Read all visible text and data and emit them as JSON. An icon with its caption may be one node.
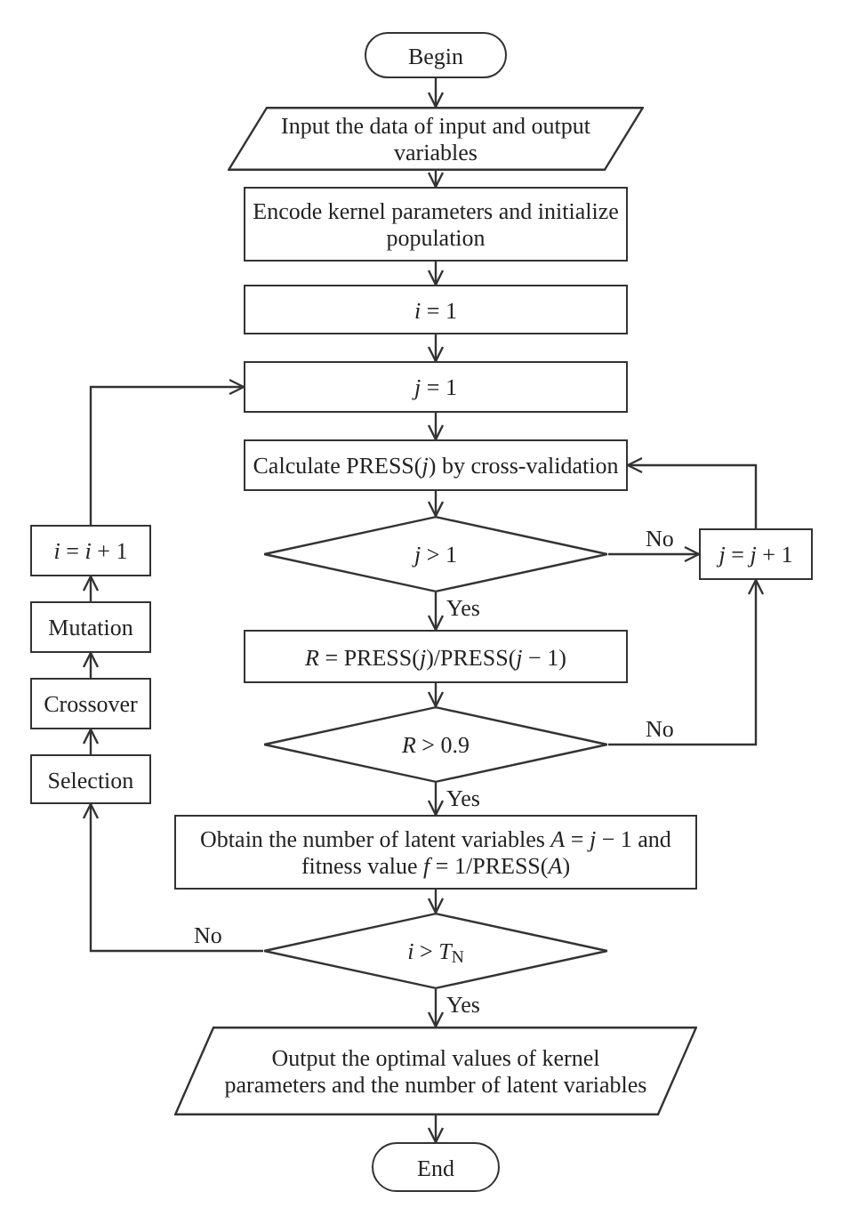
{
  "diagram": {
    "nodes": [
      {
        "text": [
          "Begin"
        ]
      },
      {
        "text": [
          "Input the data of input and output variables"
        ]
      },
      {
        "text": [
          "Encode kernel parameters and initialize population"
        ]
      },
      {
        "text": [
          "*i* = 1"
        ]
      },
      {
        "text": [
          "*j* = 1"
        ]
      },
      {
        "text": [
          "Calculate PRESS(*j*) by cross-validation"
        ]
      },
      {
        "text": [
          "*j* > 1"
        ]
      },
      {
        "text": [
          "*j* = *j* + 1"
        ]
      },
      {
        "text": [
          "*R* = PRESS(*j*)/PRESS(*j* − 1)"
        ]
      },
      {
        "text": [
          "*R* > 0.9"
        ]
      },
      {
        "text": [
          "Obtain the number of latent variables *A* = *j* − 1 and fitness value *f* = 1/PRESS(*A*)"
        ]
      },
      {
        "text": [
          "*i* > *T*$_{N}$"
        ]
      },
      {
        "text": [
          "Output the optimal values of kernel parameters and the number of latent variables"
        ]
      },
      {
        "text": [
          "End"
        ]
      },
      {
        "text": [
          "Selection"
        ]
      },
      {
        "text": [
          "Crossover"
        ]
      },
      {
        "text": [
          "Mutation"
        ]
      },
      {
        "text": [
          "*i* = *i* + 1"
        ]
      }
    ],
    "edges": [
      {
        "from": 0,
        "to": 1,
        "arrow": "to"
      },
      {
        "from": 1,
        "to": 2,
        "arrow": "to"
      },
      {
        "from": 2,
        "to": 3,
        "arrow": "to"
      },
      {
        "from": 3,
        "to": 4,
        "arrow": "to"
      },
      {
        "from": 4,
        "to": 5,
        "arrow": "to"
      },
      {
        "from": 5,
        "to": 6,
        "arrow": "to"
      },
      {
        "from": 6,
        "to": 7,
        "arrow": "to",
        "label": "No"
      },
      {
        "from": 7,
        "to": 5,
        "arrow": "to"
      },
      {
        "from": 6,
        "to": 8,
        "arrow": "to",
        "label": "Yes"
      },
      {
        "from": 8,
        "to": 9,
        "arrow": "to"
      },
      {
        "from": 9,
        "to": 7,
        "arrow": "to",
        "label": "No"
      },
      {
        "from": 9,
        "to": 10,
        "arrow": "to",
        "label": "Yes"
      },
      {
        "from": 10,
        "to": 11,
        "arrow": "to"
      },
      {
        "from": 11,
        "to": 14,
        "arrow": "to",
        "label": "No"
      },
      {
        "from": 11,
        "to": 12,
        "arrow": "to",
        "label": "Yes"
      },
      {
        "from": 12,
        "to": 13,
        "arrow": "to"
      },
      {
        "from": 14,
        "to": 15,
        "arrow": "to"
      },
      {
        "from": 15,
        "to": 16,
        "arrow": "to"
      },
      {
        "from": 16,
        "to": 17,
        "arrow": "to"
      },
      {
        "from": 17,
        "to": 4,
        "arrow": "to"
      }
    ]
  }
}
